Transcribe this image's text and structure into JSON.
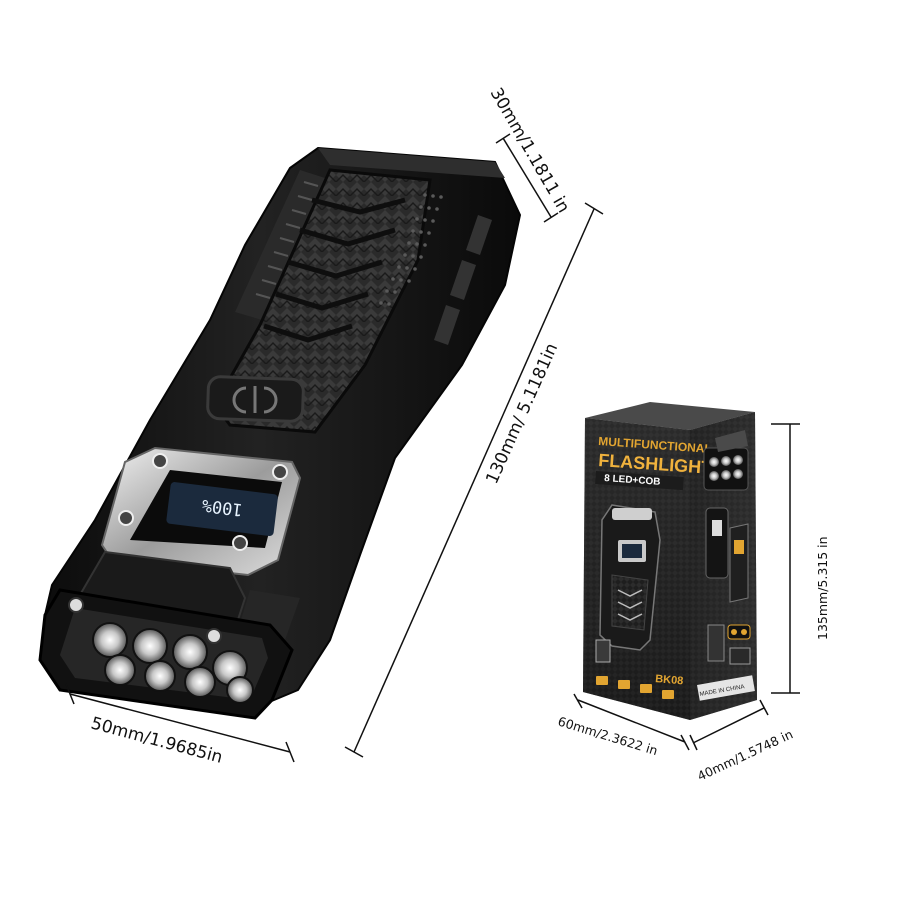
{
  "flashlight": {
    "display_reading": "100%",
    "dimensions": {
      "thickness": "30mm/1.1811 in",
      "length": "130mm/ 5.1181in",
      "width": "50mm/1.9685in"
    }
  },
  "package": {
    "title": "MULTIFUNCTIONAL",
    "subtitle": "FLASHLIGHT",
    "tagline": "8 LED+COB",
    "model": "BK08",
    "made_in": "MADE IN CHINA",
    "dimensions": {
      "height": "135mm/5.315 in",
      "width": "60mm/2.3622 in",
      "depth": "40mm/1.5748 in"
    }
  },
  "colors": {
    "body": "#161616",
    "carbon": "#2b2b2b",
    "chrome": "#c9c9c9",
    "accent_gold": "#e2a531",
    "lcd": "#1b2a3d"
  }
}
